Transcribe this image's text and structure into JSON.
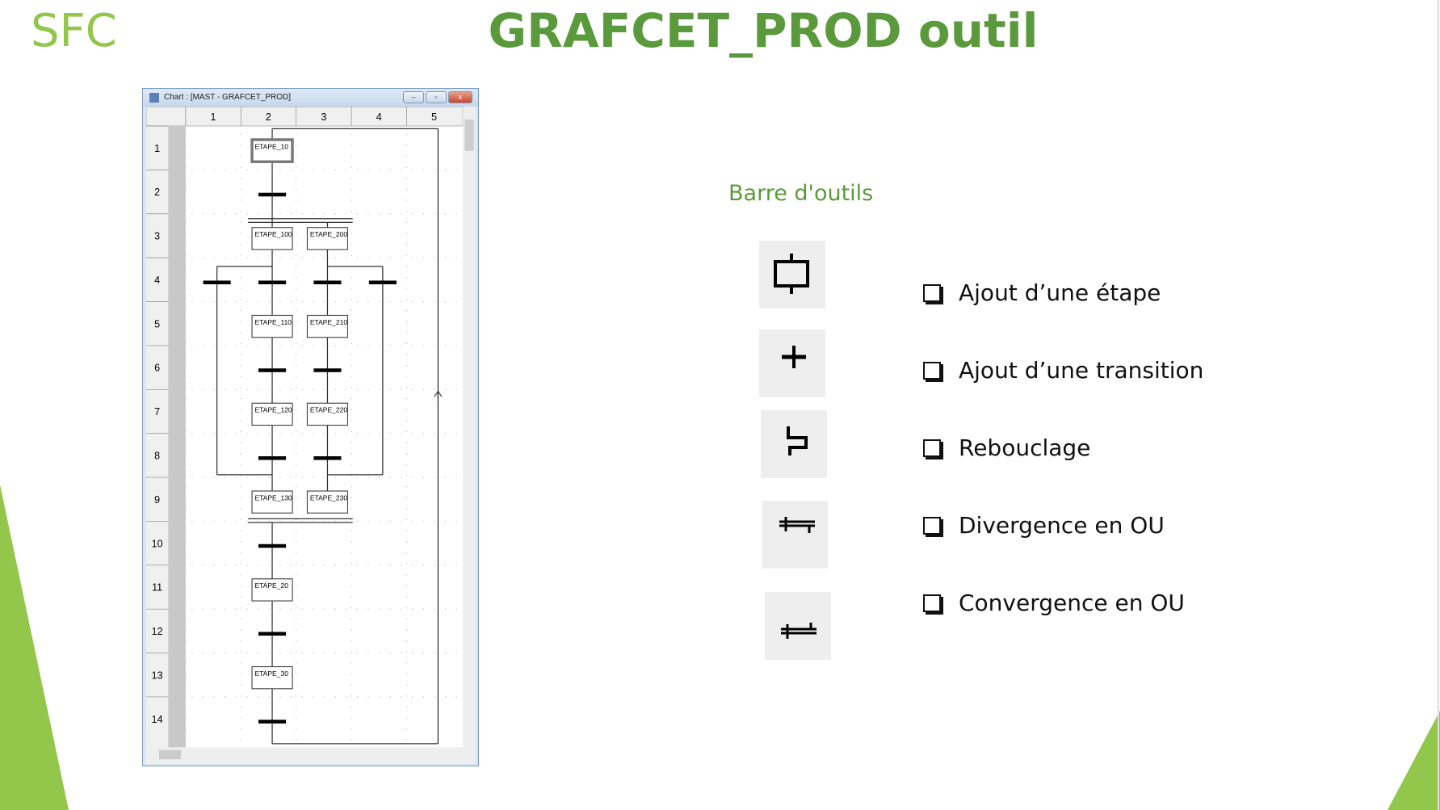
{
  "slide": {
    "tag": "SFC",
    "title": "GRAFCET_PROD outil",
    "accent": "#5b9a3c",
    "light_accent": "#92c74c"
  },
  "window": {
    "title": "Chart : [MAST - GRAFCET_PROD]",
    "buttons": {
      "minimize": "–",
      "maximize": "▫",
      "close": "x"
    },
    "columns": [
      "1",
      "2",
      "3",
      "4",
      "5"
    ],
    "rows": [
      "1",
      "2",
      "3",
      "4",
      "5",
      "6",
      "7",
      "8",
      "9",
      "10",
      "11",
      "12",
      "13",
      "14"
    ],
    "steps": [
      {
        "name": "ETAPE_10",
        "col": 2,
        "row": 1,
        "initial": true
      },
      {
        "name": "ETAPE_100",
        "col": 2,
        "row": 3
      },
      {
        "name": "ETAPE_200",
        "col": 3,
        "row": 3
      },
      {
        "name": "ETAPE_110",
        "col": 2,
        "row": 5
      },
      {
        "name": "ETAPE_210",
        "col": 3,
        "row": 5
      },
      {
        "name": "ETAPE_120",
        "col": 2,
        "row": 7
      },
      {
        "name": "ETAPE_220",
        "col": 3,
        "row": 7
      },
      {
        "name": "ETAPE_130",
        "col": 2,
        "row": 9
      },
      {
        "name": "ETAPE_230",
        "col": 3,
        "row": 9
      },
      {
        "name": "ETAPE_20",
        "col": 2,
        "row": 11
      },
      {
        "name": "ETAPE_30",
        "col": 2,
        "row": 13
      }
    ],
    "transitions": [
      {
        "col": 2,
        "row": 2
      },
      {
        "col": 1,
        "row": 4
      },
      {
        "col": 2,
        "row": 4
      },
      {
        "col": 3,
        "row": 4
      },
      {
        "col": 4,
        "row": 4
      },
      {
        "col": 2,
        "row": 6
      },
      {
        "col": 3,
        "row": 6
      },
      {
        "col": 2,
        "row": 8
      },
      {
        "col": 3,
        "row": 8
      },
      {
        "col": 2,
        "row": 10
      },
      {
        "col": 2,
        "row": 12
      },
      {
        "col": 2,
        "row": 14
      }
    ]
  },
  "toolbar": {
    "heading": "Barre d'outils",
    "items": [
      {
        "icon": "step-icon",
        "label": "Ajout d’une étape"
      },
      {
        "icon": "transition-icon",
        "label": "Ajout d’une transition"
      },
      {
        "icon": "loop-back-icon",
        "label": "Rebouclage"
      },
      {
        "icon": "or-divergence-icon",
        "label": "Divergence en OU"
      },
      {
        "icon": "or-convergence-icon",
        "label": "Convergence en OU"
      }
    ]
  }
}
